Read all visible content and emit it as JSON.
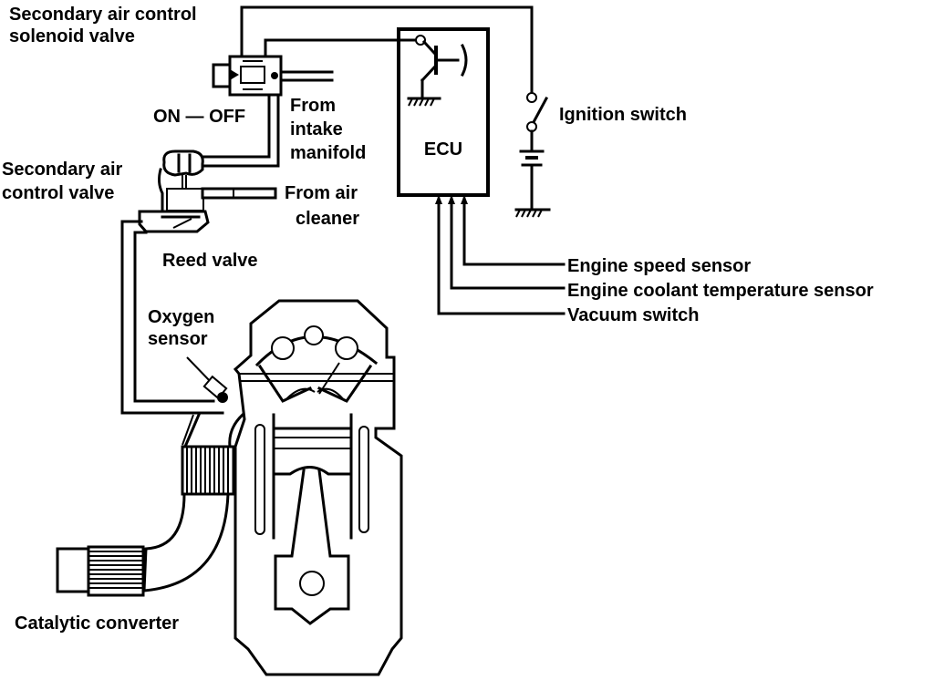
{
  "diagram": {
    "title": "Secondary air injection system",
    "colors": {
      "line": "#000000",
      "background": "#ffffff"
    },
    "labels": {
      "solenoid_valve_line1": "Secondary air control",
      "solenoid_valve_line2": "solenoid valve",
      "on_off": "ON — OFF",
      "from_intake_line1": "From",
      "from_intake_line2": "intake",
      "from_intake_line3": "manifold",
      "control_valve_line1": "Secondary air",
      "control_valve_line2": "control valve",
      "from_air_line1": "From air",
      "from_air_line2": "cleaner",
      "reed_valve": "Reed valve",
      "oxygen_line1": "Oxygen",
      "oxygen_line2": "sensor",
      "ecu": "ECU",
      "ignition_switch": "Ignition switch",
      "engine_speed_sensor": "Engine speed sensor",
      "coolant_temp_sensor": "Engine coolant temperature sensor",
      "vacuum_switch": "Vacuum switch",
      "catalytic_converter": "Catalytic converter"
    },
    "components": [
      "secondary-air-control-solenoid-valve",
      "secondary-air-control-valve",
      "reed-valve",
      "oxygen-sensor",
      "ecu",
      "ignition-switch",
      "battery",
      "engine-speed-sensor",
      "engine-coolant-temperature-sensor",
      "vacuum-switch",
      "catalytic-converter",
      "engine-cylinder"
    ]
  }
}
